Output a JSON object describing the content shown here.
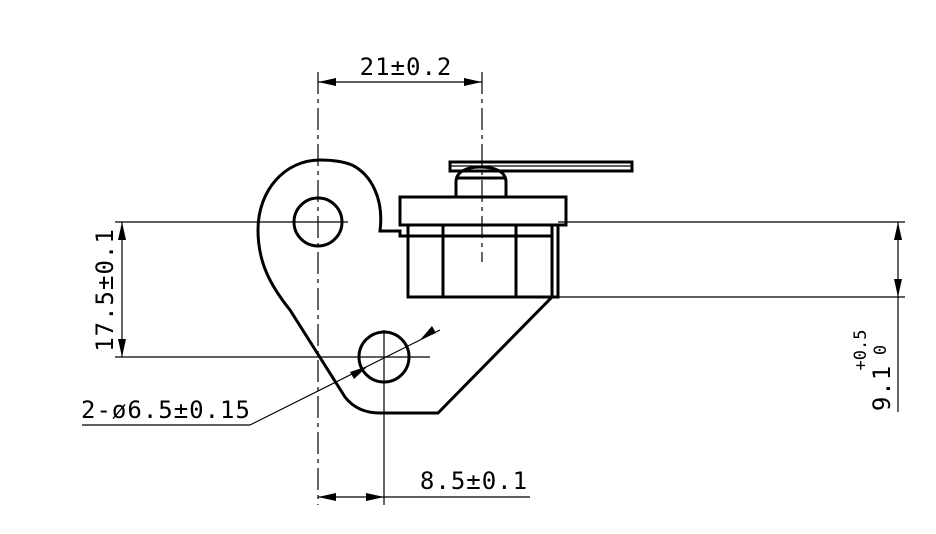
{
  "dimensions": {
    "hole_spacing_horizontal": "21±0.2",
    "hole_spacing_vertical": "17.5±0.1",
    "hole_diameter": "2-ø6.5±0.15",
    "offset_bottom": "8.5±0.1",
    "height_nominal": "9.1",
    "tol_upper": "+0.5",
    "tol_lower": "0"
  },
  "colors": {
    "ink": "#000000",
    "background": "#ffffff"
  }
}
